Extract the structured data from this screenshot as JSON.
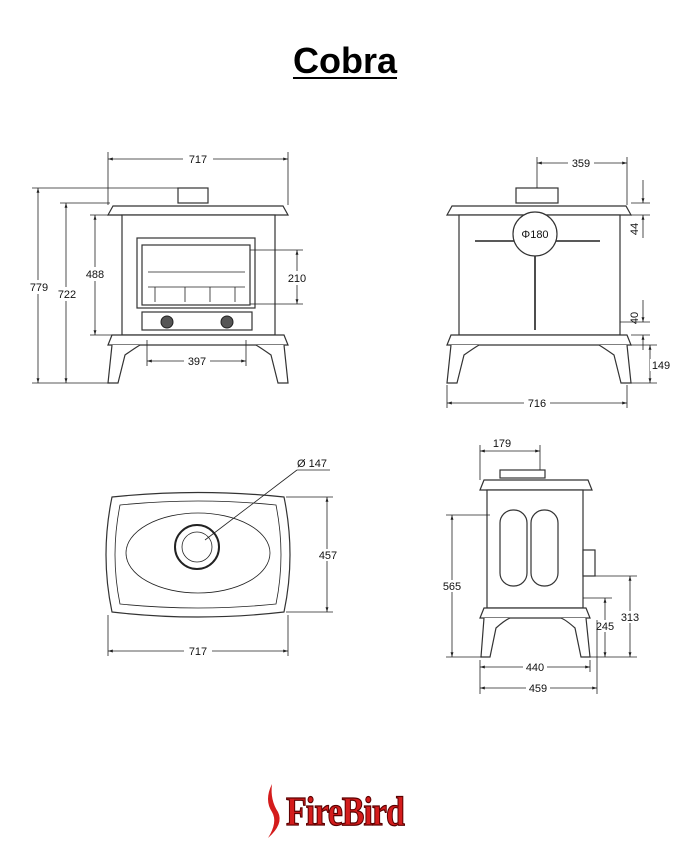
{
  "title": "Cobra",
  "front_view": {
    "width": "717",
    "total_height": "779",
    "body_height": "722",
    "door_height": "488",
    "door_opening": "210",
    "door_width": "397"
  },
  "side_view": {
    "flue_offset": "359",
    "flue_diameter": "Φ180",
    "top_to_flue": "44",
    "bottom_outlet": "40",
    "leg_height": "149",
    "width": "716"
  },
  "top_view": {
    "flue_diameter": "Ø 147",
    "depth": "457",
    "width": "717"
  },
  "profile_view": {
    "flue_offset": "179",
    "flue_height": "565",
    "rear_outlet": "245",
    "outlet_top": "313",
    "base_depth": "440",
    "total_depth": "459"
  },
  "logo": {
    "brand": "FireBird"
  }
}
